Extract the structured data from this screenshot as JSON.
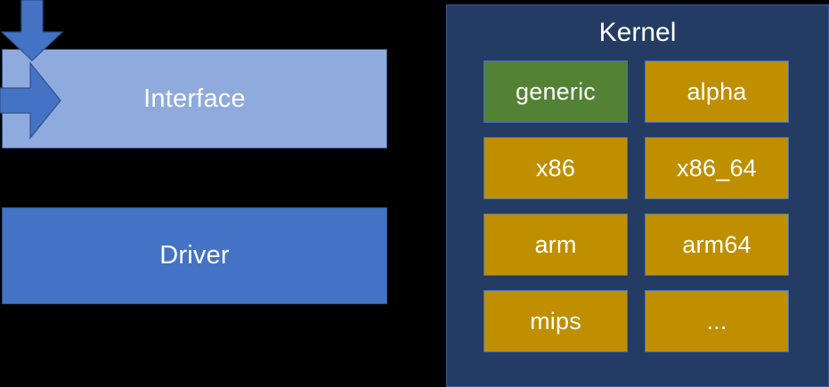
{
  "diagram": {
    "title_hidden": "",
    "left_stack": {
      "interface": {
        "label": "Interface",
        "color": "#8FAADC"
      },
      "driver": {
        "label": "Driver",
        "color": "#4472C4"
      }
    },
    "arrows": {
      "down": {
        "name": "arrow-down",
        "color": "#4472C4"
      },
      "right": {
        "name": "arrow-right",
        "color": "#4472C4"
      }
    },
    "kernel": {
      "title": "Kernel",
      "background": "#243C64",
      "border": "#3B5A96",
      "architectures": [
        {
          "label": "generic",
          "color": "#548235",
          "highlighted": true
        },
        {
          "label": "alpha",
          "color": "#BF8F00",
          "highlighted": false
        },
        {
          "label": "x86",
          "color": "#BF8F00",
          "highlighted": false
        },
        {
          "label": "x86_64",
          "color": "#BF8F00",
          "highlighted": false
        },
        {
          "label": "arm",
          "color": "#BF8F00",
          "highlighted": false
        },
        {
          "label": "arm64",
          "color": "#BF8F00",
          "highlighted": false
        },
        {
          "label": "mips",
          "color": "#BF8F00",
          "highlighted": false
        },
        {
          "label": "...",
          "color": "#BF8F00",
          "highlighted": false
        }
      ]
    }
  }
}
